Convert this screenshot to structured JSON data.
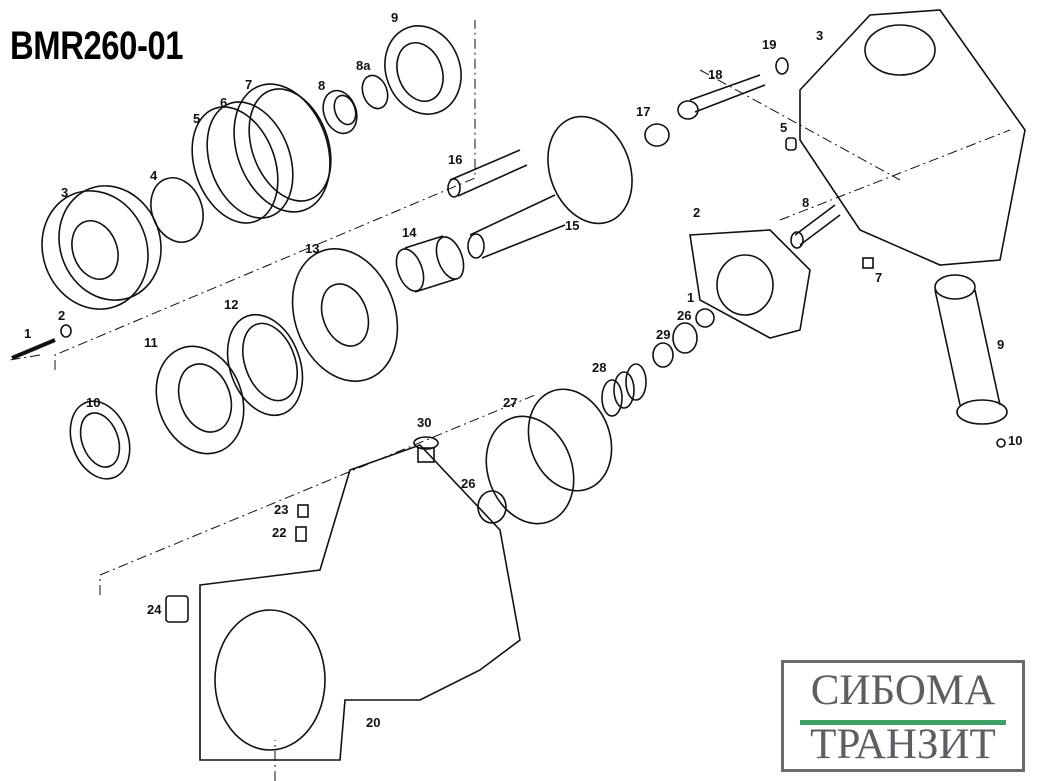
{
  "title": "BMR260-01",
  "labels": {
    "l9a": "9",
    "l8a": "8a",
    "l8b": "8",
    "l7a": "7",
    "l6": "6",
    "l5a": "5",
    "l4": "4",
    "l3a": "3",
    "l2a": "2",
    "l1a": "1",
    "l11": "11",
    "l12": "12",
    "l13": "13",
    "l14": "14",
    "l10a": "10",
    "l16": "16",
    "l15": "15",
    "l17": "17",
    "l18": "18",
    "l19": "19",
    "l3b": "3",
    "l5b": "5",
    "l2b": "2",
    "l8c": "8",
    "l7b": "7",
    "l9b": "9",
    "l10b": "10",
    "l1b": "1",
    "l26a": "26",
    "l29": "29",
    "l28": "28",
    "l27": "27",
    "l30": "30",
    "l26b": "26",
    "l23": "23",
    "l22": "22",
    "l24": "24",
    "l20": "20"
  },
  "logo": {
    "line1": "СИБОМА",
    "line2": "ТРАНЗИТ",
    "bar_color": "#3f9e63"
  }
}
